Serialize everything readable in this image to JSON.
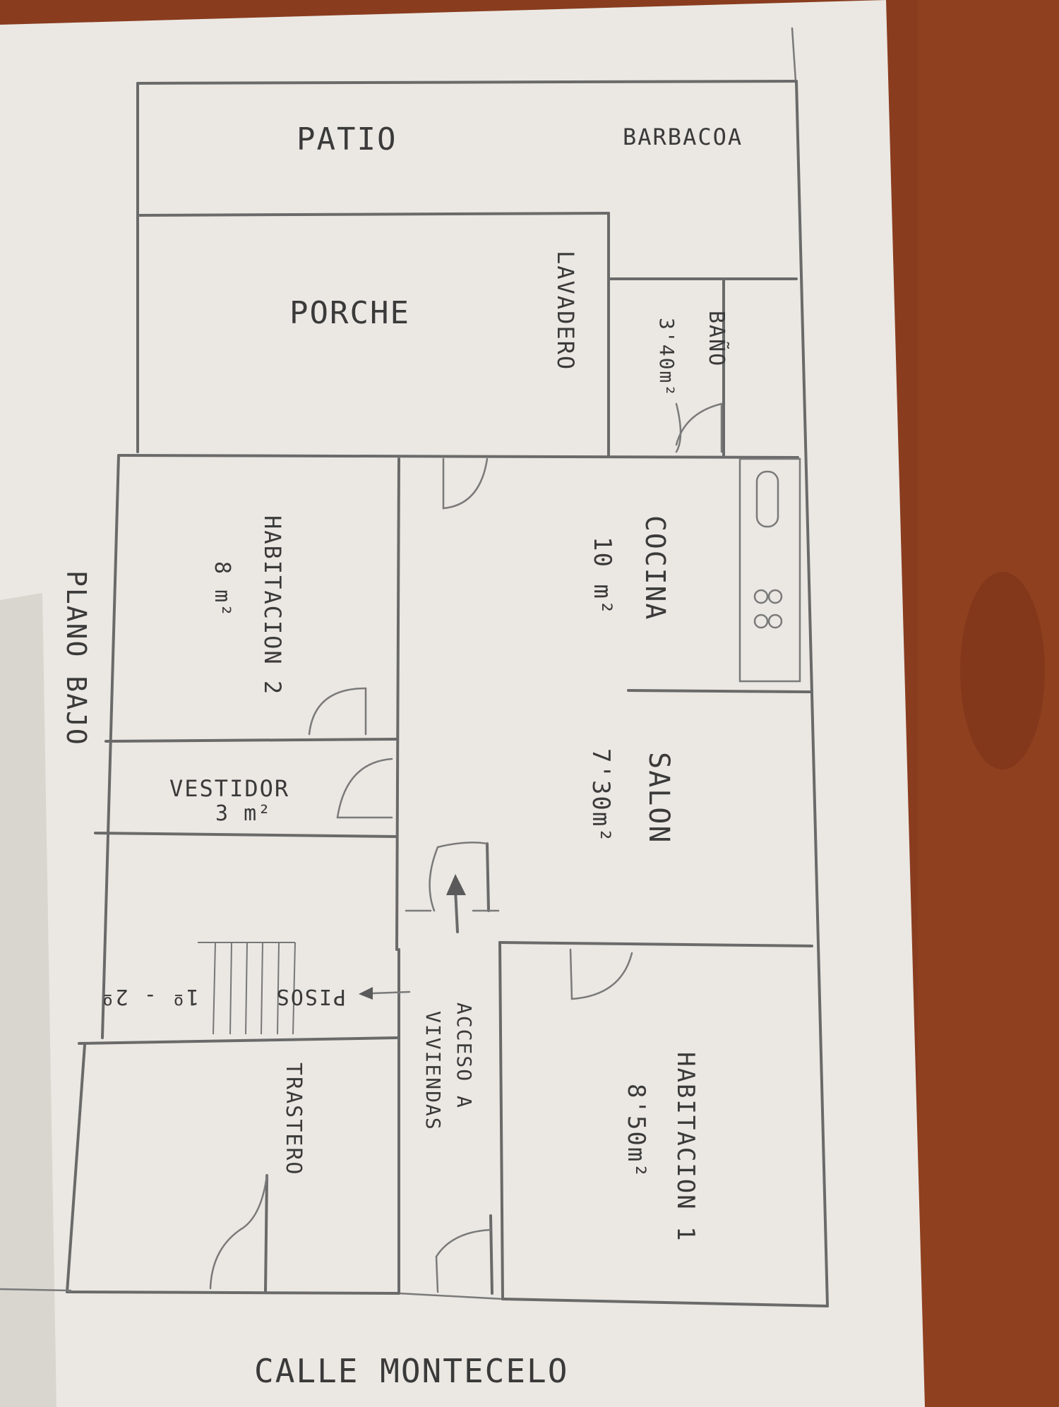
{
  "sheet_title": "PLANO BAJO",
  "street": "CALLE MONTECELO",
  "rooms": {
    "patio": "PATIO",
    "barbacoa": "BARBACOA",
    "porche": "PORCHE",
    "lavadero": "LAVADERO",
    "bano": {
      "name": "BAÑO",
      "area": "3'40m²"
    },
    "cocina": {
      "name": "COCINA",
      "area": "10 m²"
    },
    "habitacion2": {
      "name": "HABITACION 2",
      "area": "8 m²"
    },
    "vestidor": {
      "name": "VESTIDOR",
      "area": "3 m²"
    },
    "salon": {
      "name": "SALON",
      "area": "7'30m²"
    },
    "pisos": {
      "name": "PISOS",
      "floors": "1º - 2º"
    },
    "acceso": {
      "line1": "ACCESO A",
      "line2": "VIVIENDAS"
    },
    "trastero": "TRASTERO",
    "habitacion1": {
      "name": "HABITACION 1",
      "area": "8'50m²"
    }
  },
  "colors": {
    "table": "#8a3c1f",
    "paper": "#ebe8e3",
    "pencil": "#6a6a6a"
  }
}
